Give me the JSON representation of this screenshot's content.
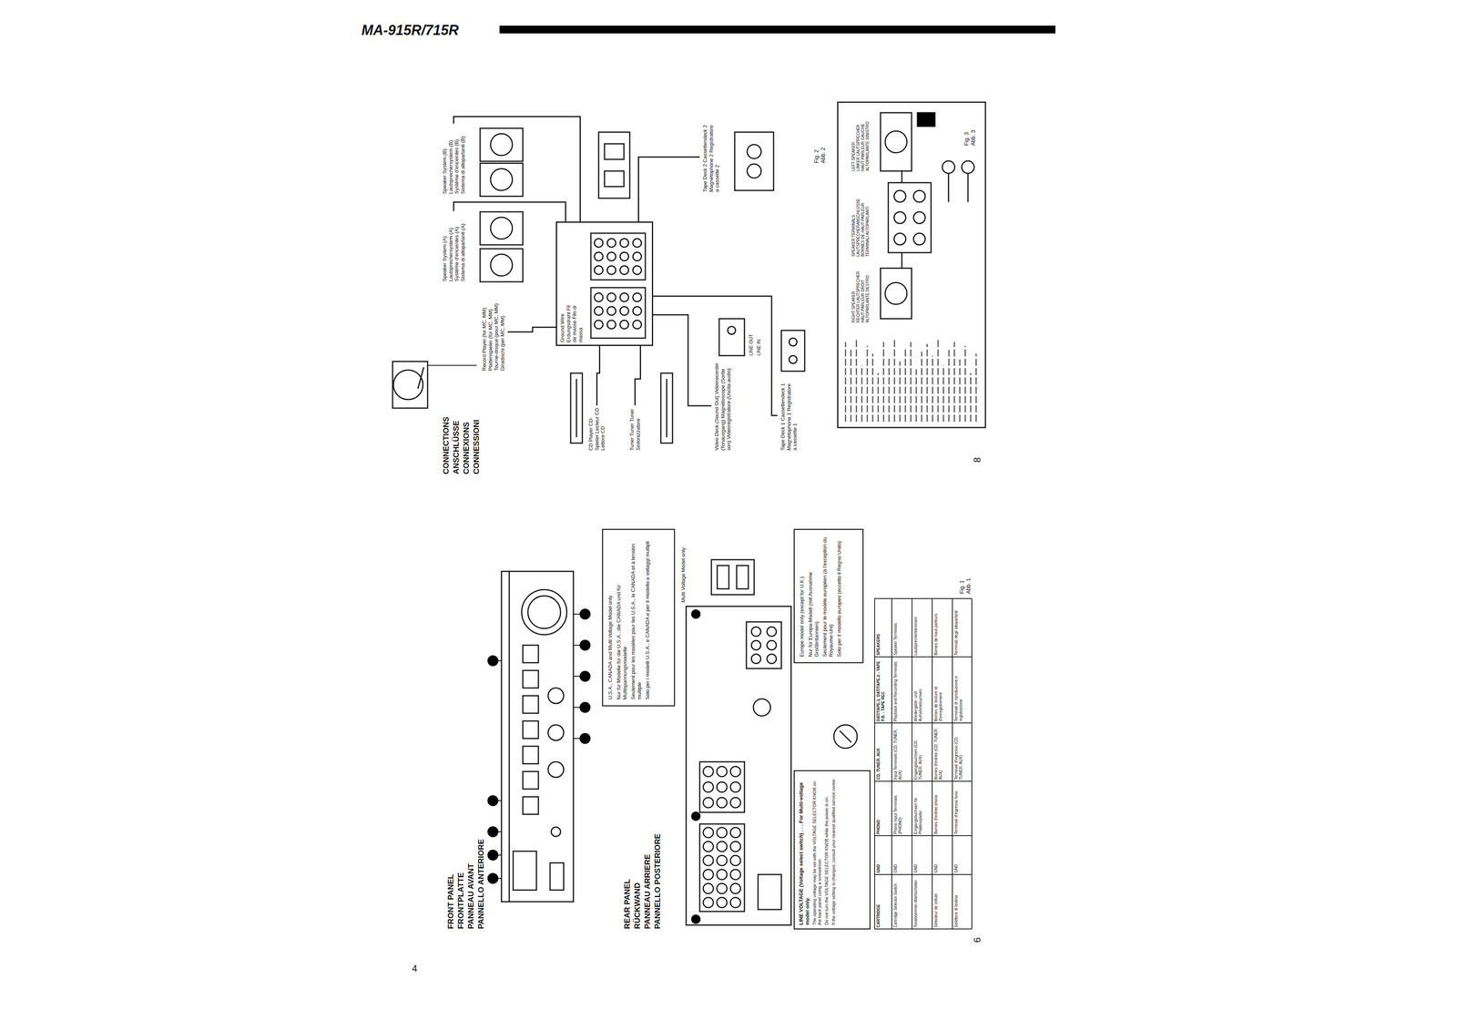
{
  "diagram": {
    "title": "MA-915R/715R",
    "nodes": [
      {
        "text": [
          "Ground Wire Erdungsdraht Fil de masse Filo di massa"
        ]
      },
      {
        "text": [
          "Record Player (for MC, MM) Plattenspieler (für MC, MM) Tourne-disque (pour MC, MM) Giradischi (per MC, MM)"
        ]
      },
      {
        "text": [
          "CD Player CD-Spieler Lecteur CD Lettore CD"
        ]
      },
      {
        "text": [
          "Tuner Tuner Tuner Sintonizzatore"
        ]
      },
      {
        "text": [
          "Video Deck (Sound Out) Videorecorder (Tonausgang) Magnétoscope (Sortie son) Videoregistratore (Uscita audio)"
        ]
      },
      {
        "text": [
          "Tape Deck 1 Cassettendeck 1 Magnétophone 1 Registratore a cassette 1"
        ]
      },
      {
        "text": [
          "Tape Deck 2 Cassettendeck 2 Magnétophone 2 Registratore a cassette 2"
        ]
      },
      {
        "text": [
          "Speaker System (A) Lautsprechersystem (A) Système d'enceintes (A) Sistema di altoparlanti (A)"
        ]
      },
      {
        "text": [
          "Speaker System (B) Lautsprechersystem (B) Système d'enceintes (B) Sistema di altoparlanti (B)"
        ]
      }
    ],
    "edges": [
      {
        "from": 1,
        "to": 0,
        "arrow": "none"
      },
      {
        "from": 2,
        "to": 0,
        "arrow": "none"
      },
      {
        "from": 3,
        "to": 0,
        "arrow": "none"
      },
      {
        "from": 4,
        "to": 0,
        "arrow": "none"
      },
      {
        "from": 5,
        "to": 0,
        "arrow": "none"
      },
      {
        "from": 6,
        "to": 0,
        "arrow": "none"
      },
      {
        "from": 0,
        "to": 7,
        "arrow": "none"
      },
      {
        "from": 0,
        "to": 8,
        "arrow": "none"
      }
    ],
    "labels": [
      "FRONT PANEL",
      "FRONTPLATTE",
      "PANNEAU AVANT",
      "PANNELLO ANTERIORE",
      "U.S.A., CANADA and Multi Voltage Model only",
      "Nur für Modelle für die U.S.A., die CANADA und für Multispannungsmodelle",
      "Seulement pour les modèles pour les U.S.A., le CANADA et à tension multiple",
      "Solo per i modelli U.S.A., e CANADA e per il modello a voltaggi multipli",
      "REAR PANEL",
      "RÜCKWAND",
      "PANNEAU ARRIERE",
      "PANNELLO POSTERIORE",
      "Multi Voltage Model only",
      "Europe model only (except for U.K.)",
      "Nur für Europa-Modell (mit Ausnahme Großbritannien)",
      "Seulement pour le modèle européen (à l'exception du Royaume-Uni)",
      "Solo per il modello europeo (eccetto il Regno Unito)",
      "LINE VOLTAGE (Voltage select switch) . . . For Multi-voltage model only.",
      "The operating voltage may be set with the VOLTAGE SELECTOR KNOB on the back panel using a screwdriver.",
      "Do not turn the VOLTAGE SELECTOR KNOB while the power is on.",
      "If the voltage setting is changed, consult your nearest qualified service center.",
      "Fig. 1",
      "Abb. 1",
      "CARTRIDGE",
      "GND",
      "PHONO",
      "CD, TUNER, AUX",
      "DAT/TAPE-1, DAT/TAPE-2 - TAPE P.B. - TAPE REC",
      "SPEAKERS",
      "Cartridge Selector Switch",
      "GND",
      "Phono Input Terminals (PHONO)",
      "Input Terminals (CD, TUNER, AUX)",
      "Playback and Recording Terminals",
      "Speaker Terminals",
      "Tonabnehmer-Wahlschalter",
      "GND",
      "Eingangsbuchsen für Plattenspieler",
      "Eingangsbuchsen (CD, TUNER, AUX)",
      "Wiedergabe- und Aufnahmebuchsen",
      "Lautsprecherklemmen",
      "Sélecteur de cellule",
      "GND",
      "Bornes d'entrée phono",
      "Bornes d'entrée (CD, TUNER, AUX)",
      "Bornes de lecture et d'enregistrement",
      "Bornes de haut-parleurs",
      "Selettore di testina",
      "GND",
      "Terminali d'ingresso fono",
      "Terminali d'ingresso (CD, TUNER, AUX)",
      "Terminali di riproduzione e registrazione",
      "Terminali degli altoparlanti",
      "4",
      "6",
      "CONNECTIONS",
      "ANSCHLÜSSE",
      "CONNEXIONS",
      "CONNESSIONI",
      "LINE OUT",
      "LINE IN",
      "8",
      "Fig. 2",
      "Abb. 2",
      "LEFT SPEAKER",
      "LINKER LAUTSPRECHER",
      "HAUT-PARLEUR GAUCHE",
      "ALTOPARLANTE SINISTRO",
      "SPEAKER TERMINALS",
      "LAUTSPRECHERANSCHLÜSSE",
      "BORNES DE HAUT-PARLEUR",
      "TERMINALI ALTOPARLANTI",
      "RIGHT SPEAKER",
      "RECHTER LAUTSPRECHER",
      "HAUT-PARLEUR DROIT",
      "ALTOPARLANTE DESTRO",
      "Fig. 3",
      "Abb. 3"
    ]
  }
}
